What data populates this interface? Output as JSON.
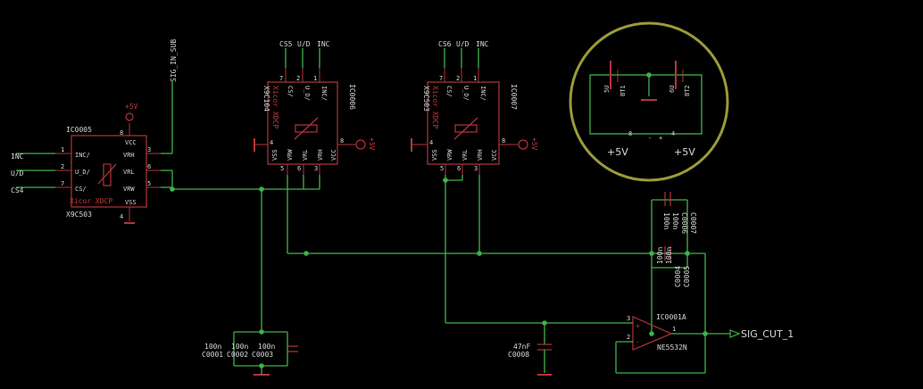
{
  "ic0005": {
    "name": "IC0005",
    "value": "X9C503",
    "vendor": "Xicor XDCP",
    "pins": {
      "vcc": "VCC",
      "inc": "INC/",
      "ud": "U_D/",
      "cs": "CS/",
      "vrh": "VRH",
      "vrl": "VRL",
      "vrw": "VRW",
      "vss": "VSS"
    },
    "pin_numbers": {
      "vcc": "8",
      "inc": "1",
      "ud": "2",
      "cs": "7",
      "vrh": "3",
      "vrl": "6",
      "vrw": "5",
      "vss": "4"
    }
  },
  "ic0006": {
    "name": "IC0006",
    "value": "X9C104",
    "vendor": "Xicor XDCP",
    "pins": {
      "cs": "CS/",
      "ud": "U_D/",
      "inc": "INC/",
      "vss": "VSS",
      "vrw": "VRW",
      "vrl": "VRL",
      "vrh": "VRH",
      "vcc": "VCC"
    },
    "pin_numbers": {
      "cs": "7",
      "ud": "2",
      "inc": "1",
      "vss": "4",
      "vrw": "5",
      "vrl": "6",
      "vrh": "3",
      "vcc": "8"
    }
  },
  "ic0007": {
    "name": "IC0007",
    "value": "X9C503",
    "vendor": "Xicor XDCP",
    "pins": {
      "cs": "CS/",
      "ud": "U_D/",
      "inc": "INC/",
      "vss": "VSS",
      "vrw": "VRW",
      "vrl": "VRL",
      "vrh": "VRH",
      "vcc": "VCC"
    },
    "pin_numbers": {
      "cs": "7",
      "ud": "2",
      "inc": "1",
      "vss": "4",
      "vrw": "5",
      "vrl": "6",
      "vrh": "3",
      "vcc": "8"
    }
  },
  "nets": {
    "inc": "INC",
    "ud": "U/D",
    "cs4": "CS4",
    "sig_in_sub": "SIG_IN_SUB",
    "cs5": "CS5",
    "cs6": "CS6",
    "ud_top": "U/D",
    "inc_top": "INC",
    "plus5v": "+5V",
    "sig_cut_1": "SIG_CUT_1"
  },
  "battery": {
    "bt1": {
      "name": "BT1",
      "value": "5U"
    },
    "bt2": {
      "name": "BT2",
      "value": "6U"
    },
    "pin_minus": "-",
    "pin_plus": "+",
    "pin_left": "8",
    "pin_right": "4"
  },
  "caps_bottom": {
    "c0001": {
      "name": "C0001",
      "value": "100n"
    },
    "c0002": {
      "name": "C0002",
      "value": "100n"
    },
    "c0003": {
      "name": "C0003",
      "value": "100n"
    },
    "c0008": {
      "name": "C0008",
      "value": "47nF"
    }
  },
  "caps_feedback": {
    "c0004": {
      "name": "C0004",
      "value": "100n"
    },
    "c0005": {
      "name": "C0005",
      "value": "100n"
    },
    "c0006": {
      "name": "C0006",
      "value": "100n"
    },
    "c0007": {
      "name": "C0007",
      "value": "100n"
    }
  },
  "opamp": {
    "name": "IC0001A",
    "value": "NE5532N",
    "pin_in_plus": "3",
    "pin_in_minus": "2",
    "pin_out": "1",
    "sign_plus": "+",
    "sign_minus": "-"
  },
  "colors": {
    "wire": "#3fb24a",
    "part": "#b5343a",
    "text": "#d8d8d8",
    "highlight_ring": "#9b9a3a",
    "background": "#000000"
  }
}
